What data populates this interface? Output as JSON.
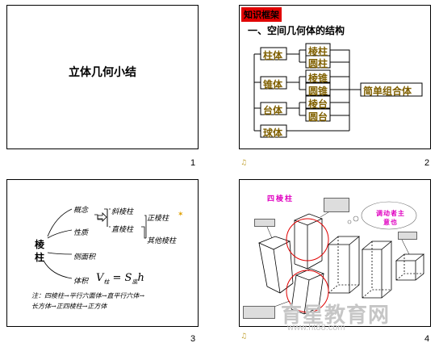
{
  "slide1": {
    "title": "立体几何小结",
    "number": "1"
  },
  "slide2": {
    "tag": "知识框架",
    "heading": "一、空间几何体的结构",
    "left": [
      "柱体",
      "锥体",
      "台体",
      "球体"
    ],
    "middle": [
      "棱柱",
      "圆柱",
      "棱锥",
      "圆锥",
      "棱台",
      "圆台"
    ],
    "right": "简单组合体",
    "number": "2"
  },
  "slide3": {
    "root": "棱柱",
    "branches": [
      "概念",
      "性质",
      "侧面积",
      "体积"
    ],
    "sub1": [
      "斜棱柱",
      "直棱柱"
    ],
    "sub2": [
      "正棱柱",
      "其他棱柱"
    ],
    "formula_v": "V",
    "formula_sub": "柱",
    "formula_eq": "= S",
    "formula_sub2": "底",
    "formula_h": "h",
    "note1": "注：四棱柱→平行六面体→直平行六体→",
    "note2": "长方体→正四棱柱→正方体",
    "number": "3"
  },
  "slide4": {
    "title": "四棱柱",
    "bubble": "调动者主意也",
    "number": "4",
    "watermark": "育星教育网",
    "watermark_url": "www.ht88.com"
  }
}
